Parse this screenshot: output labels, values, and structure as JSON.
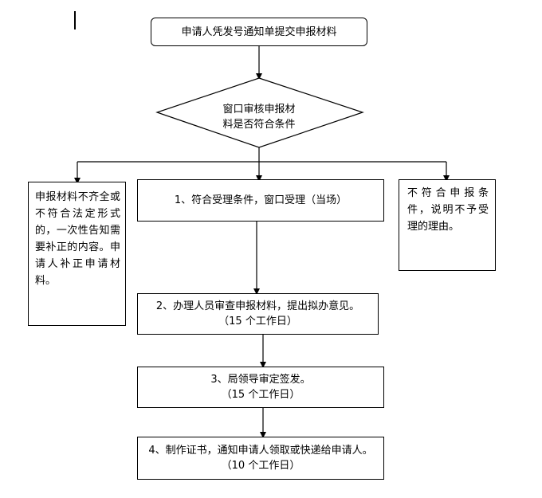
{
  "start": "申请人凭发号通知单提交申报材料",
  "decision": {
    "line1": "窗口审核申报材",
    "line2": "料是否符合条件"
  },
  "left_box": "申报材料不齐全或不符合法定形式的，一次性告知需要补正的内容。申请人补正申请材料。",
  "right_box": "不符合申报条件，说明不予受理的理由。",
  "step1": "1、符合受理条件，窗口受理（当场）",
  "step2": {
    "text": "2、办理人员审查申报材料，提出拟办意见。",
    "days": "（15 个工作日）"
  },
  "step3": {
    "text": "3、局领导审定签发。",
    "days": "（15 个工作日）"
  },
  "step4": {
    "text": "4、制作证书，通知申请人领取或快递给申请人。",
    "days": "（10 个工作日）"
  }
}
